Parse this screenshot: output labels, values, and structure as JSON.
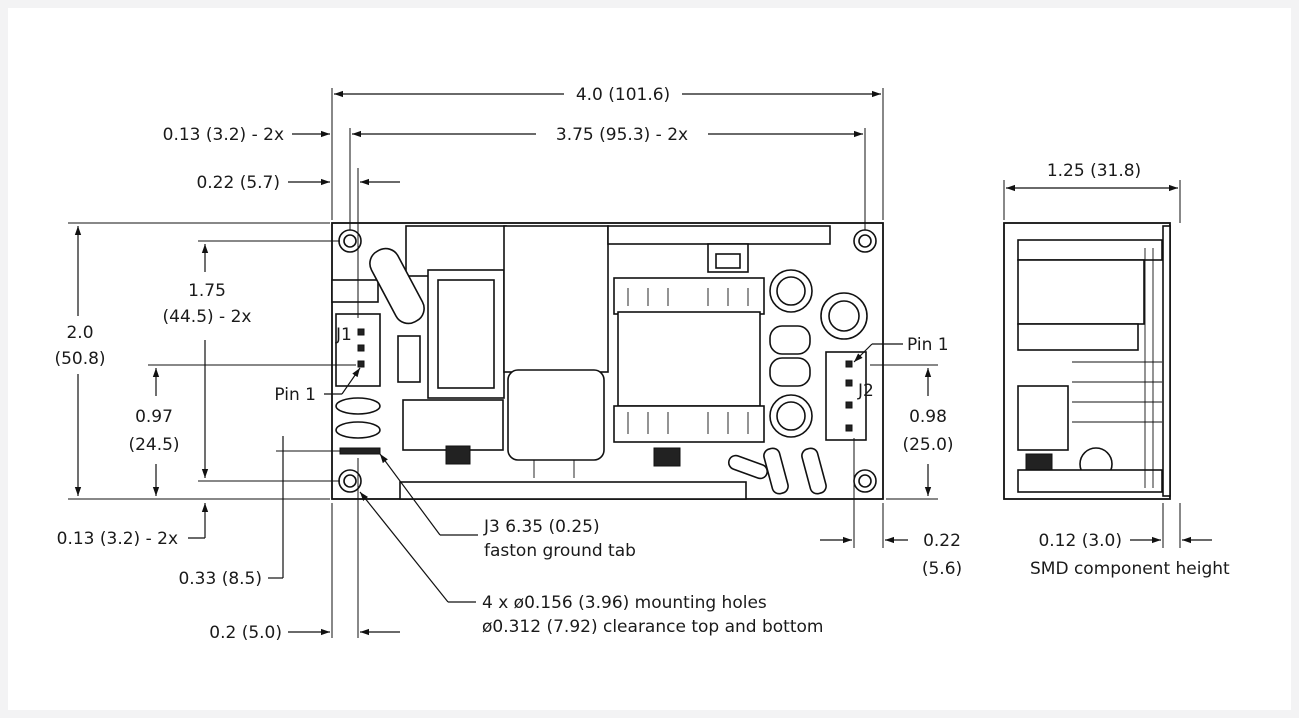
{
  "top_view": {
    "dim_overall_width": "4.0 (101.6)",
    "dim_hole_spacing_x": "3.75 (95.3) - 2x",
    "dim_hole_inset_left": "0.13 (3.2) - 2x",
    "dim_pin_offset": "0.22 (5.7)",
    "dim_overall_height_in": "2.0",
    "dim_overall_height_mm": "(50.8)",
    "dim_hole_spacing_y_in": "1.75",
    "dim_hole_spacing_y_mm": "(44.5) - 2x",
    "dim_j1_pin1_in": "0.97",
    "dim_j1_pin1_mm": "(24.5)",
    "dim_j2_pin1_in": "0.98",
    "dim_j2_pin1_mm": "(25.0)",
    "dim_hole_inset_bottom": "0.13 (3.2) - 2x",
    "dim_j3_offset": "0.33 (8.5)",
    "dim_j3_x": "0.2 (5.0)",
    "dim_right_pin_in": "0.22",
    "dim_right_pin_mm": "(5.6)",
    "label_j1": "J1",
    "label_j2": "J2",
    "label_pin1_left": "Pin 1",
    "label_pin1_right": "Pin 1",
    "note_j3_line1": "J3 6.35 (0.25)",
    "note_j3_line2": "faston ground tab",
    "note_holes_line1": "4 x ø0.156 (3.96) mounting holes",
    "note_holes_line2": "ø0.312 (7.92) clearance top and bottom"
  },
  "side_view": {
    "dim_height": "1.25 (31.8)",
    "dim_smd": "0.12 (3.0)",
    "note_smd": "SMD component height"
  }
}
